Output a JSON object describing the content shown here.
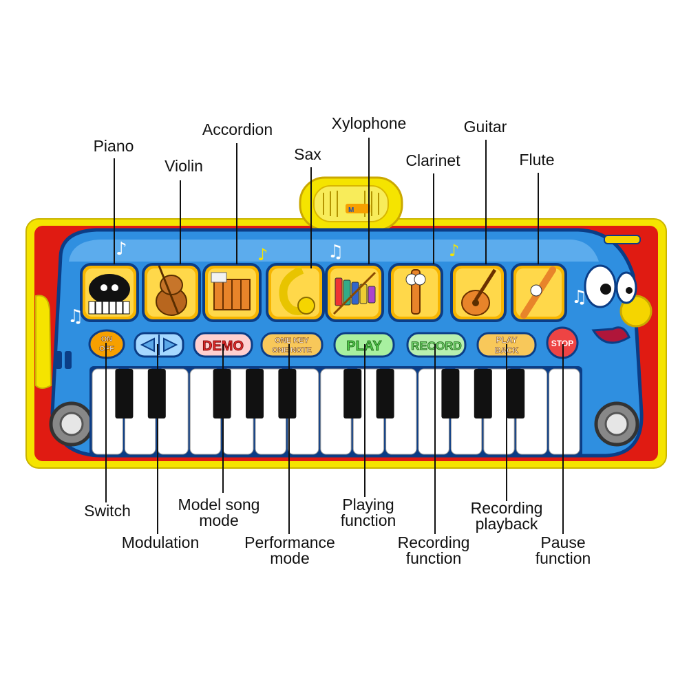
{
  "callouts_top": [
    {
      "id": "piano",
      "label": "Piano"
    },
    {
      "id": "violin",
      "label": "Violin"
    },
    {
      "id": "accordion",
      "label": "Accordion"
    },
    {
      "id": "sax",
      "label": "Sax"
    },
    {
      "id": "xylophone",
      "label": "Xylophone"
    },
    {
      "id": "clarinet",
      "label": "Clarinet"
    },
    {
      "id": "guitar",
      "label": "Guitar"
    },
    {
      "id": "flute",
      "label": "Flute"
    }
  ],
  "callouts_bottom": [
    {
      "id": "switch",
      "lines": [
        "Switch"
      ]
    },
    {
      "id": "modulation",
      "lines": [
        "Modulation"
      ]
    },
    {
      "id": "model-song-mode",
      "lines": [
        "Model song",
        "mode"
      ]
    },
    {
      "id": "performance-mode",
      "lines": [
        "Performance",
        "mode"
      ]
    },
    {
      "id": "playing-function",
      "lines": [
        "Playing",
        "function"
      ]
    },
    {
      "id": "recording-function",
      "lines": [
        "Recording",
        "function"
      ]
    },
    {
      "id": "recording-playback",
      "lines": [
        "Recording",
        "playback"
      ]
    },
    {
      "id": "pause-function",
      "lines": [
        "Pause",
        "function"
      ]
    }
  ],
  "buttons": {
    "on_off": [
      "ON",
      "OFF"
    ],
    "demo": "DEMO",
    "one_key_one_note": [
      "ONE KEY",
      "ONE NOTE"
    ],
    "play": "PLAY",
    "record": "RECORD",
    "play_back": [
      "PLAY",
      "BACK"
    ],
    "stop": "STOP"
  },
  "speaker_label": "M",
  "colors": {
    "mat_border": "#f5e400",
    "mat_red": "#e01b12",
    "bus_blue": "#2f8fe0",
    "bus_outline": "#0b3d86",
    "tile_yellow": "#f7b500",
    "demo_red": "#e22b2b",
    "play_green": "#4fc94a",
    "record_green": "#6fd36a",
    "playback_orange": "#f8c85a",
    "stop_red": "#e44"
  }
}
